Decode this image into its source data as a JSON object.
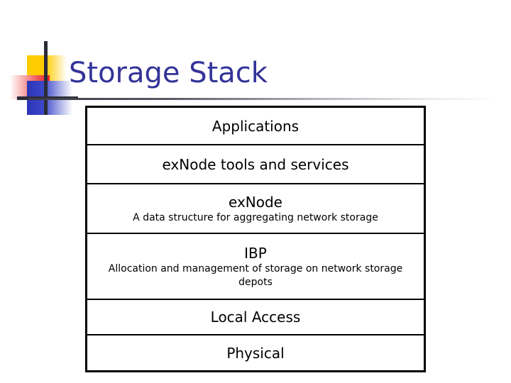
{
  "slide": {
    "title": "Storage Stack",
    "title_color": "#333399",
    "background_color": "#FFFFFF"
  },
  "logo": {
    "name": "powerpoint-design-logo",
    "yellow_color": "#FFCC00",
    "red_color": "#EE2222",
    "blue_color": "#2C35B5",
    "line_color": "#2B2B38"
  },
  "stack": {
    "border_color": "#000000",
    "rows": [
      {
        "label": "Applications",
        "sub": ""
      },
      {
        "label": "exNode tools and services",
        "sub": ""
      },
      {
        "label": "exNode",
        "sub": "A data structure for aggregating network storage"
      },
      {
        "label": "IBP",
        "sub": "Allocation and management of storage on network storage depots"
      },
      {
        "label": "Local Access",
        "sub": ""
      },
      {
        "label": "Physical",
        "sub": ""
      }
    ]
  }
}
